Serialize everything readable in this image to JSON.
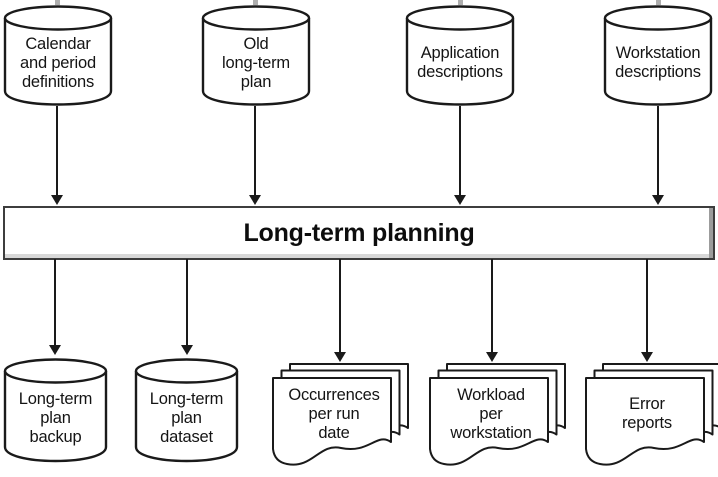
{
  "diagram": {
    "process": {
      "label": "Long-term planning"
    },
    "inputs": [
      {
        "id": "calendar-period-definitions",
        "shape": "database",
        "label": "Calendar\nand period\ndefinitions"
      },
      {
        "id": "old-long-term-plan",
        "shape": "database",
        "label": "Old\nlong-term\nplan"
      },
      {
        "id": "application-descriptions",
        "shape": "database",
        "label": "Application\ndescriptions"
      },
      {
        "id": "workstation-descriptions",
        "shape": "database",
        "label": "Workstation\ndescriptions"
      }
    ],
    "outputs": [
      {
        "id": "long-term-plan-backup",
        "shape": "database",
        "label": "Long-term\nplan\nbackup"
      },
      {
        "id": "long-term-plan-dataset",
        "shape": "database",
        "label": "Long-term\nplan\ndataset"
      },
      {
        "id": "occurrences-per-run-date",
        "shape": "report-stack",
        "label": "Occurrences\nper run\ndate"
      },
      {
        "id": "workload-per-workstation",
        "shape": "report-stack",
        "label": "Workload\nper\nworkstation"
      },
      {
        "id": "error-reports",
        "shape": "report-stack",
        "label": "Error\nreports"
      }
    ],
    "flows": [
      "Calendar and period definitions -> Long-term planning",
      "Old long-term plan -> Long-term planning",
      "Application descriptions -> Long-term planning",
      "Workstation descriptions -> Long-term planning",
      "Long-term planning -> Long-term plan backup",
      "Long-term planning -> Long-term plan dataset",
      "Long-term planning -> Occurrences per run date",
      "Long-term planning -> Workload per workstation",
      "Long-term planning -> Error reports"
    ],
    "colors": {
      "stroke": "#1a1a1a",
      "fill": "#ffffff",
      "arrow": "#1a1a1a",
      "box_border": "#3d3d3d",
      "shadow_right": "#9c9c9c",
      "shadow_bottom": "#d8d8d8",
      "stub": "#aeaeae"
    }
  }
}
